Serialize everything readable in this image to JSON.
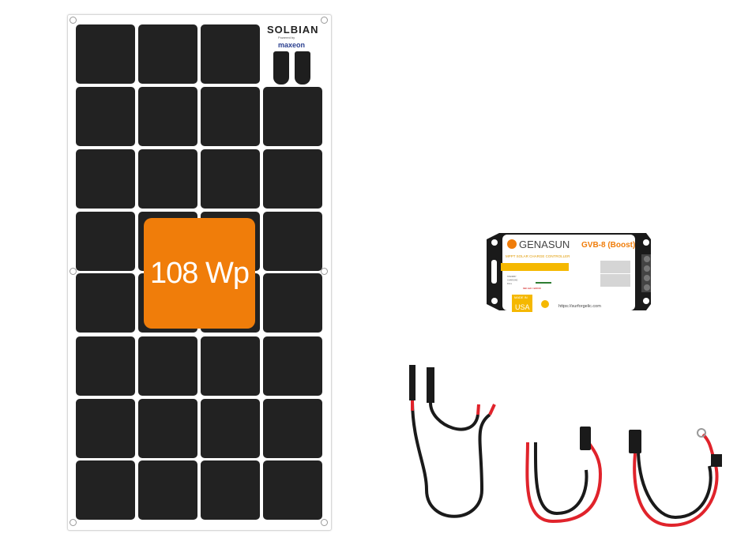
{
  "panel": {
    "brand": "SOLBIAN",
    "powered_by": "Powered by",
    "partner": "maxeon",
    "rating": "108 Wp",
    "cell_color": "#222222",
    "badge_color": "#f07d0a"
  },
  "controller": {
    "brand": "GENASUN",
    "model": "GVB-8 (Boost)",
    "subtitle": "MPPT SOLAR CHARGE CONTROLLER",
    "status_labels": [
      "STANDBY",
      "CHARGING",
      "FULL"
    ],
    "error_label": "RED LED = ERROR",
    "made_in": "MADE IN",
    "country": "USA",
    "url": "https://surforgelic.com",
    "accent_color": "#f5b800"
  },
  "cables": {
    "red": "#e0232b",
    "black": "#1a1a1a"
  }
}
